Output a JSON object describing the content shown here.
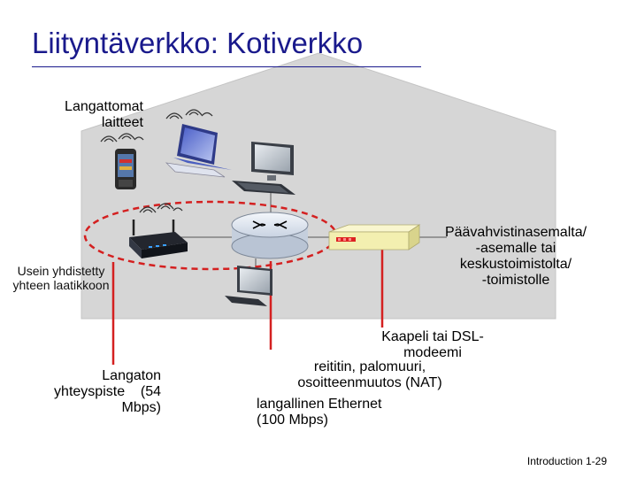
{
  "title": "Liityntäverkko: Kotiverkko",
  "labels": {
    "wireless_devices": "Langattomat\nlaitteet",
    "often_combined": "Usein yhdistetty\nyhteen laatikkoon",
    "wireless_access_point": "Langaton\nyhteyspiste    (54\nMbps)",
    "headend": "Päävahvistinasemalta/\n-asemalle tai\nkeskustoimistolta/\n-toimistolle",
    "modem": "Kaapeli tai DSL-\nmodeemi",
    "router": "reititin, palomuuri,\nosoitteenmuutos (NAT)",
    "wired_ethernet": "langallinen Ethernet\n(100 Mbps)"
  },
  "footer": {
    "text": "Introduction",
    "page": "1-29"
  },
  "colors": {
    "house": "#d6d6d6",
    "house_edge": "#c0c0c0",
    "title": "#1a1a8c",
    "dashed_oval": "#d42020",
    "red_line": "#d42020",
    "modem_body": "#f3efb0",
    "router_body": "#e6ecf4"
  },
  "icons": [
    "laptop-icon",
    "smartphone-icon",
    "desktop-monitor-icon",
    "wireless-access-point-icon",
    "router-icon",
    "cable-modem-icon",
    "wifi-waves-icon"
  ]
}
